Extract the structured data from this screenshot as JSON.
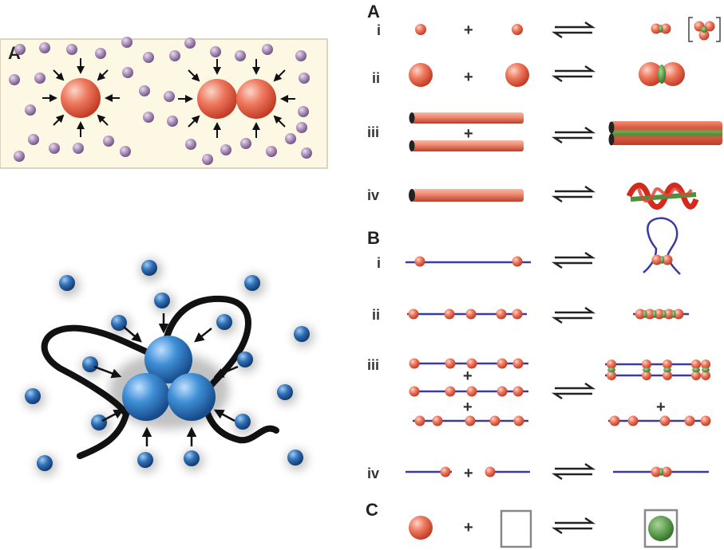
{
  "panel_top_left": {
    "label": "A"
  },
  "right": {
    "section_a": {
      "label": "A",
      "rows": [
        "i",
        "ii",
        "iii",
        "iv"
      ]
    },
    "section_b": {
      "label": "B",
      "rows": [
        "i",
        "ii",
        "iii",
        "iv"
      ]
    },
    "section_c": {
      "label": "C"
    },
    "plus": "+"
  },
  "colors": {
    "red_sphere": "#e8725a",
    "purple_sphere": "#a88bb6",
    "blue_sphere": "#3d7fc4",
    "green_overlap": "#5a9a4a",
    "strand_blue": "#3a3aa0",
    "panel_bg": "#fdf8e4"
  }
}
